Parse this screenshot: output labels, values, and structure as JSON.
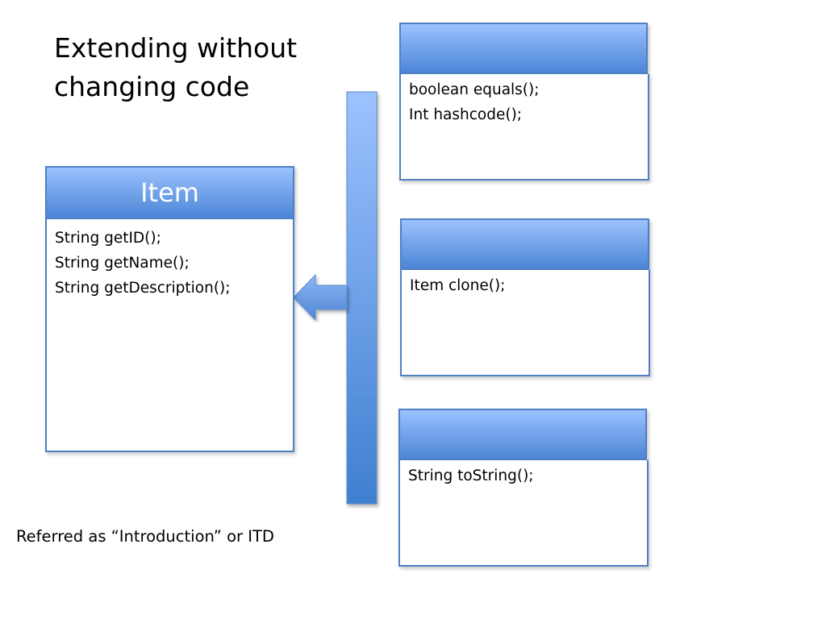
{
  "title": {
    "line1": "Extending without",
    "line2": "changing code"
  },
  "item_class": {
    "name": "Item",
    "methods": [
      "String getID();",
      "String getName();",
      "String getDescription();"
    ]
  },
  "aspect_boxes": [
    {
      "name": "",
      "methods": [
        "boolean equals();",
        "Int hashcode();"
      ]
    },
    {
      "name": "",
      "methods": [
        "Item clone();"
      ]
    },
    {
      "name": "",
      "methods": [
        "String toString();"
      ]
    }
  ],
  "footnote": "Referred as “Introduction” or ITD",
  "colors": {
    "header_top": "#9dc2ff",
    "header_bottom": "#4c86d6",
    "border": "#4f7fc4",
    "bar_top": "#9dc2ff",
    "bar_bottom": "#3f7fd0"
  }
}
